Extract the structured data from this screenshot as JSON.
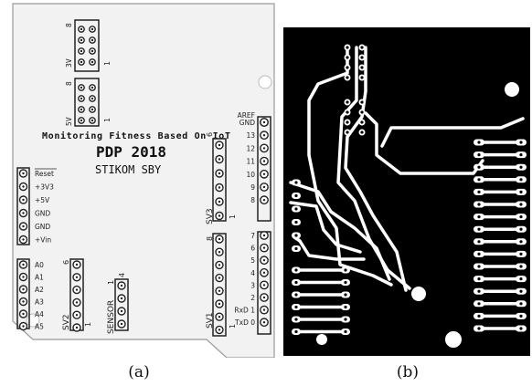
{
  "silkscreen": {
    "title": "Monitoring Fitness Based On IoT",
    "project": "PDP 2018",
    "org": "STIKOM SBY",
    "top_header": {
      "pin_first": "8",
      "label": "3V",
      "pin_last": "1"
    },
    "mid_header": {
      "pin_first": "8",
      "label": "5V",
      "pin_last": "1"
    },
    "power_labels": [
      "Reset",
      "+3V3",
      "+5V",
      "GND",
      "GND",
      "+Vin"
    ],
    "analog_labels": [
      "A0",
      "A1",
      "A2",
      "A3",
      "A4",
      "A5"
    ],
    "right_labels_top": [
      "AREF",
      "GND",
      "13",
      "12",
      "11",
      "10",
      "9",
      "8"
    ],
    "right_labels_bottom": [
      "7",
      "6",
      "5",
      "4",
      "3",
      "2",
      "RxD 1",
      "TxD 0"
    ],
    "sv3": {
      "label": "SV3",
      "pin_first": "6",
      "pin_last": "1"
    },
    "sv1": {
      "label": "SV1",
      "pin_first": "8",
      "pin_last": "1"
    },
    "sv2": {
      "label": "SV2",
      "pin_first": "6",
      "pin_last": "1"
    },
    "sensor": {
      "label": "SENSOR",
      "pin_first": "4",
      "pin_last": "1"
    }
  },
  "captions": {
    "a": "(a)",
    "b": "(b)"
  },
  "colors": {
    "board": "#f2f2f2",
    "outline": "#9a9a9a",
    "copper_bg": "#000000",
    "trace": "#ffffff"
  }
}
